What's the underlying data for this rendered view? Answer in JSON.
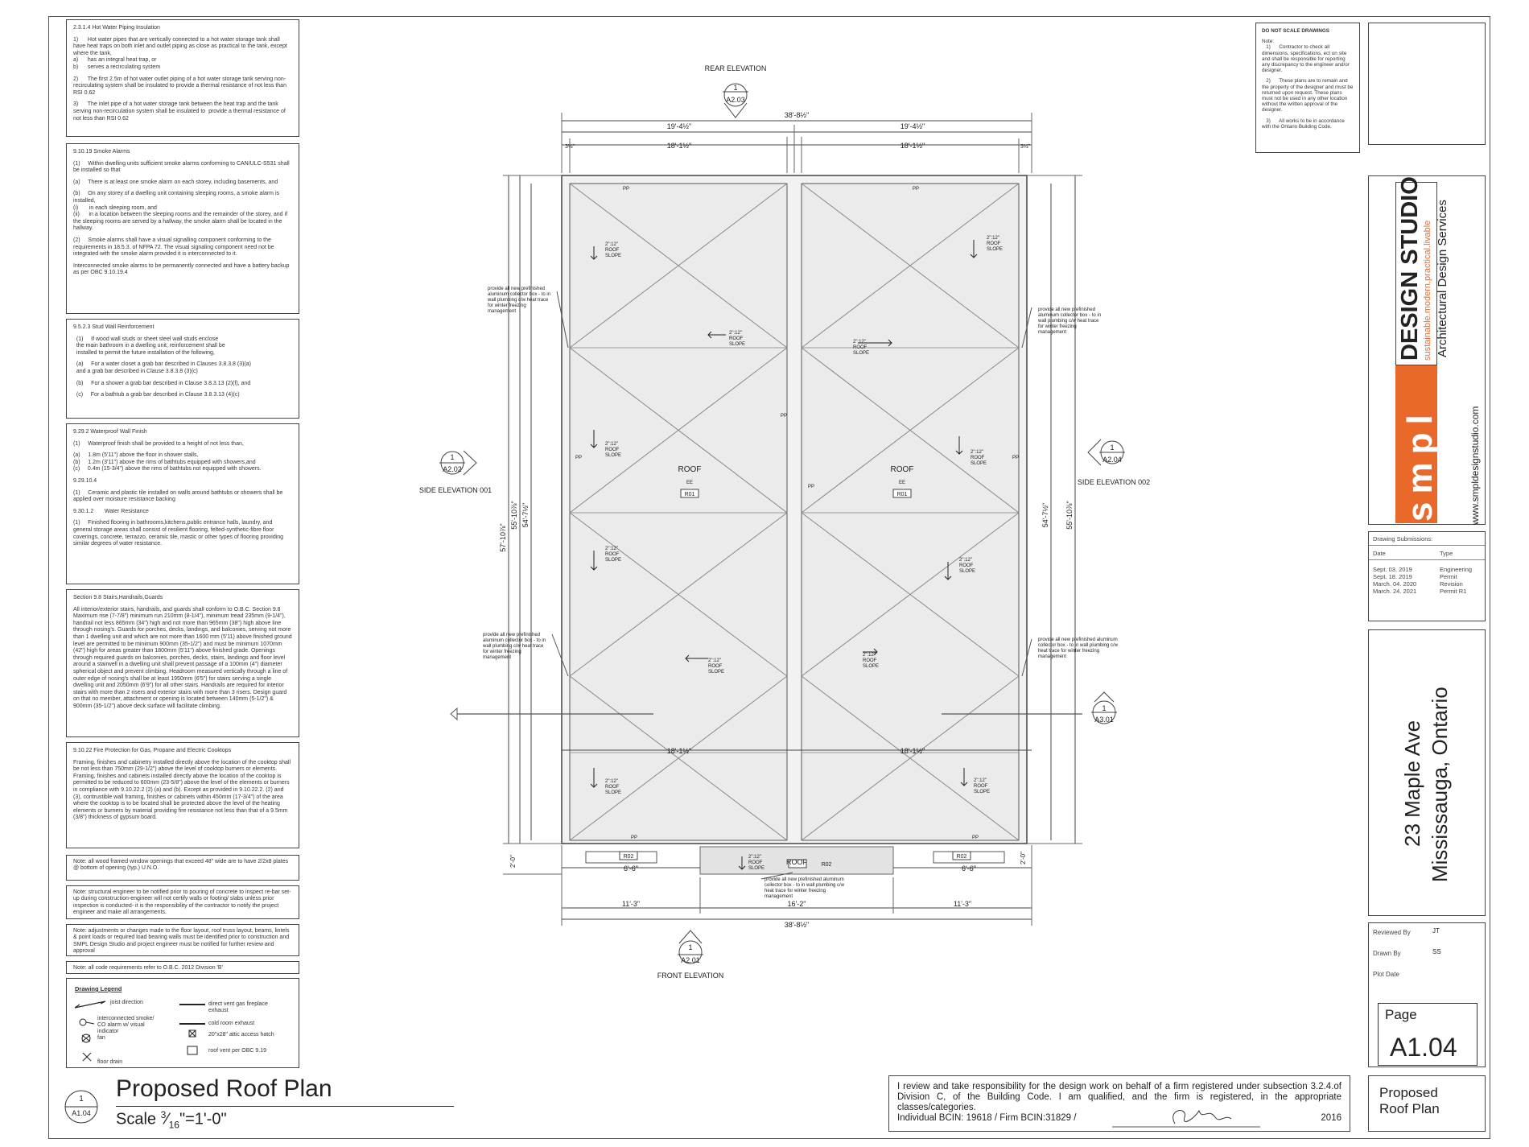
{
  "notes": [
    {
      "title": "2.3.1.4 Hot Water Piping Insulation",
      "paras": [
        "1)      Hot water pipes that are vertically connected to a hot water storage tank shall have heat traps on both inlet and outlet piping as close as practical to the tank, except where the tank,\na)      has an integral heat trap, or\nb)      serves a recirculating system",
        "2)      The first 2.5m of hot water outlet piping of a hot water storage tank serving non- recirculating system shall be insulated to provide a thermal resistance of not less than RSI 0.62",
        "3)      The inlet pipe of a hot water storage tank between the heat trap and the tank serving non-recirculation system shall be insulated to  provide a thermal resistance of not less than RSI 0.62"
      ]
    },
    {
      "title": "9.10.19 Smoke Alarms",
      "paras": [
        "(1)     Within dwelling units sufficient smoke alarms conforming to CAN/ULC-S531 shall be installed so that",
        "(a)     There is at least one smoke alarm on each storey, including basements, and",
        "(b)     On any storey of a dwelling unit containing sleeping rooms, a smoke alarm is installed,\n(i)       in each sleeping room, and\n(ii)      in a location between the sleeping rooms and the remainder of the storey, and if the sleeping rooms are served by a hallway, the smoke alarm shall be located in the hallway.",
        "(2)     Smoke alarms shall have a visual signalling component conforming to the requirements in 18.5.3. of NFPA 72. The visual signaling component need not be integrated with the smoke alarm provided it is interconnected to it.",
        "Interconnected smoke alarms to be permanently connected and have a battery backup as per OBC 9.10.19.4"
      ]
    },
    {
      "title": "9.5.2.3 Stud Wall Reinforcement",
      "paras": [
        "  (1)     If wood wall studs or sheet steel wall studs enclose\n  the main bathroom in a dwelling unit, reinforcement shall be\n  installed to permit the future installation of the following,",
        "  (a)     For a water closet a grab bar described in Clauses 3.8.3.8 (3)(a)\n  and a grab bar described in Clause 3.8.3.8 (3)(c)",
        "  (b)     For a shower a grab bar described in Clause 3.8.3.13 (2)(f), and",
        "  (c)     For a bathtub a grab bar described in Clause 3.8.3.13 (4)(c)"
      ]
    },
    {
      "title": "9.29.2          Waterproof Wall Finish",
      "paras": [
        "(1)     Waterproof finish shall be provided to a height of not less than,",
        "(a)     1.8m (5'11\") above the floor in shower stalls,\n(b)     1.2m (3'11\") above the rims of bathtubs equipped with showers,and\n(c)     0.4m (15-3/4\") above the rims of bathtubs not equipped with showers.",
        "9.29.10.4",
        "(1)     Ceramic and plastic tile installed on walls around bathtubs or showers shall be applied over moisture resistance backing",
        "9.30.1.2       Water Resistance",
        "(1)     Finished flooring in bathrooms,kitchens,public entrance halls, laundry, and general storage areas shall consist of resilient flooring, felted-synthetic-fibre floor coverings, concrete, terrazzo, ceramic tile, mastic or other types of flooring providing similar degrees of water resistance."
      ]
    },
    {
      "title": "Section 9.8 Stairs,Handrails,Guards",
      "paras": [
        "All interior/exterior stairs, handrails, and guards shall conform to O.B.C. Section 9.8 Maximum rise (7-7/8\") minimum run 210mm (8-1/4\"), minimum tread 235mm (9-1/4\"), handrail not less 865mm (34\") high and not more than 965mm (38\") high above line through nosing's. Guards for porches, decks, landings, and balconies, serving not more than 1 dwelling unit and which are not more than 1600 mm (5'11) above finished ground level are permitted to be minimum 900mm (35-1/2\") and must be minimum 1070mm (42\") high for areas greater than 1800mm (5'11\") above finished grade. Openings through required guards on balconies, porches, decks, stairs, landings and floor level around a stairwell in a dwelling unit shall prevent passage of a 100mm (4\") diameter spherical object and prevent climbing. Headroom measured vertically through a line of outer edge of nosing's shall be at least 1950mm (6'5\") for stairs serving a single dwelling unit and 2050mm (6'9\") for all other stairs. Handrails are required for interior stairs with more than 2 risers and exterior stairs with more than 3 risers. Design guard on that no member, attachment or opening is located between 140mm (5-1/2\") & 900mm (35-1/2\") above deck surface will facilitate climbing."
      ]
    },
    {
      "title": "9.10.22        Fire Protection for Gas, Propane and Electric Cooktops",
      "paras": [
        "Framing, finishes and cabinetry installed directly above the location of the cooktop shall be not less than 750mm (29-1/2\") above the level of cooktop burners or elements. Framing, finishes and cabinets installed directly above the location of the cooktop is permitted to be reduced to 600mm (23-5/8\") above the level of the elements or burners in compliance with 9.10.22.2 (2) (a) and (b). Except as provided in 9.10.22.2. (2) and (3), contrustible wall framing, finishes or cabinets within 450mm (17-3/4\") of the area where the cooktop is to be located shall be protected above the level of the heating elements or burners by material providing fire resistance not less than that of a 9.5mm (3/8\") thickness of gypsum board."
      ]
    }
  ],
  "small_notes": [
    "Note: all wood framed window openings that exceed 48\" wide are to have 2/2x8 plates @ bottom of opening (typ.) U.N.O.",
    "Note: structural engineer to be notified prior to pouring of concrete to inspect re-bar set-up during construction-engineer will not certify walls or footing/ slabs unless prior inspection is conducted- it is the responsibility of the contractor to notify the project engineer and make all arrangements.",
    "Note: adjustments or changes made to the floor layout, roof truss layout, beams, lintels & point loads or required load bearing walls must be identified prior to construction and SMPL Design Studio and project engineer must be notified for further review and approval",
    "Note: all code requirements refer to O.B.C. 2012 Division 'B'"
  ],
  "legend": {
    "title": "Drawing Legend",
    "joist": "joist direction",
    "smoke": "interconnected smoke/\nCO alarm w/ visual\nindicator",
    "fan": "fan",
    "drain": "floor drain",
    "gas_fp": "direct vent gas fireplace\nexhaust",
    "cold_room": "cold room exhaust",
    "attic": "20\"x28\" attic access hatch",
    "roof_vent": "roof vent per OBC 9.19"
  },
  "drawing": {
    "rear_elev": "REAR ELEVATION",
    "front_elev": "FRONT ELEVATION",
    "side1": "SIDE ELEVATION 001",
    "side2": "SIDE ELEVATION 002",
    "tag_rear": {
      "num": "1",
      "ref": "A2.03"
    },
    "tag_front": {
      "num": "1",
      "ref": "A2.01"
    },
    "tag_side1": {
      "num": "1",
      "ref": "A2.02"
    },
    "tag_side2": {
      "num": "1",
      "ref": "A2.04"
    },
    "tag_section": {
      "num": "1",
      "ref": "A3.01"
    },
    "dim_overall": "38'-8½\"",
    "dim_half": "19'-4½\"",
    "dim_inner": "18'-1½\"",
    "dim_tiny": "3½\"",
    "dim_left_outer": "57'-10⅞\"",
    "dim_left_inner": "55'-10⅞\"",
    "dim_left_core": "54'-7½\"",
    "dim_right_core": "54'-7½\"",
    "dim_right_outer": "55'-10⅞\"",
    "dim_bottom_left": "11'-3\"",
    "dim_bottom_mid": "16'-2\"",
    "dim_bottom_right": "11'-3\"",
    "dim_porch": "6'-6\"",
    "dim_2_0": "2'-0\"",
    "roof": "ROOF",
    "roof_tag": "R01",
    "roof_tag2": "R02",
    "ee": "EE",
    "pp": "PP",
    "slope_top": "2\":12\"",
    "slope_mid": "ROOF",
    "slope_bottom": "SLOPE",
    "note_collector": "provide all new prefinished aluminum collector box - to in wall plumbing c/w heat trace for winter freezing management"
  },
  "dns": {
    "head": "DO NOT SCALE DRAWINGS",
    "note": "Note:\n   1)      Contractor to check all dimensions, specifications, ect on site and shall be responsible for reporting any discrepancy to the engineer and/or designer.",
    "p2": "   2)      These plans are to remain and the property of the designer and must be returned upon request. These plans must not be used in any other location without the written approval of the designer.",
    "p3": "   3)      All works to be in accordance with the Ontario Building Code."
  },
  "brand": {
    "letters": [
      "s",
      "m",
      "p",
      "l"
    ],
    "name": "DESIGN STUDIO",
    "tagline": "sustainable.modern.practical.livable",
    "services": "Architectural Design Services",
    "website": "www.smpldesignstudio.com",
    "orange": "#e8692a"
  },
  "submissions": {
    "title": "Drawing Submissions:",
    "date_h": "Date",
    "type_h": "Type",
    "dates": [
      "Sept. 03. 2019",
      "Sept. 18. 2019",
      "March. 04. 2020",
      "March. 24. 2021"
    ],
    "types": [
      "Engineering",
      "Permit",
      "Revision",
      "Permit R1"
    ]
  },
  "address": {
    "line1": "23 Maple Ave",
    "line2": "Mississauga, Ontario"
  },
  "meta": {
    "reviewed_label": "Reviewed By",
    "reviewed": "JT",
    "drawn_label": "Drawn By",
    "drawn": "SS",
    "plot_label": "Plot Date"
  },
  "page": {
    "label": "Page",
    "number": "A1.04",
    "name1": "Proposed",
    "name2": "Roof Plan"
  },
  "title": {
    "main": "Proposed Roof Plan",
    "scale_prefix": "Scale ",
    "scale_num": "3",
    "scale_den": "16",
    "scale_suffix": "\"=1'-0\"",
    "tag_num": "1",
    "tag_ref": "A1.04"
  },
  "cert": {
    "text": "I review and take responsibility for the design work on behalf of a firm registered under subsection 3.2.4.of Division C, of the Building Code. I am qualified, and the firm is registered, in the appropriate classes/categories.",
    "bcin": "Individual BCIN: 19618  / Firm BCIN:31829  /",
    "year": "2016"
  }
}
